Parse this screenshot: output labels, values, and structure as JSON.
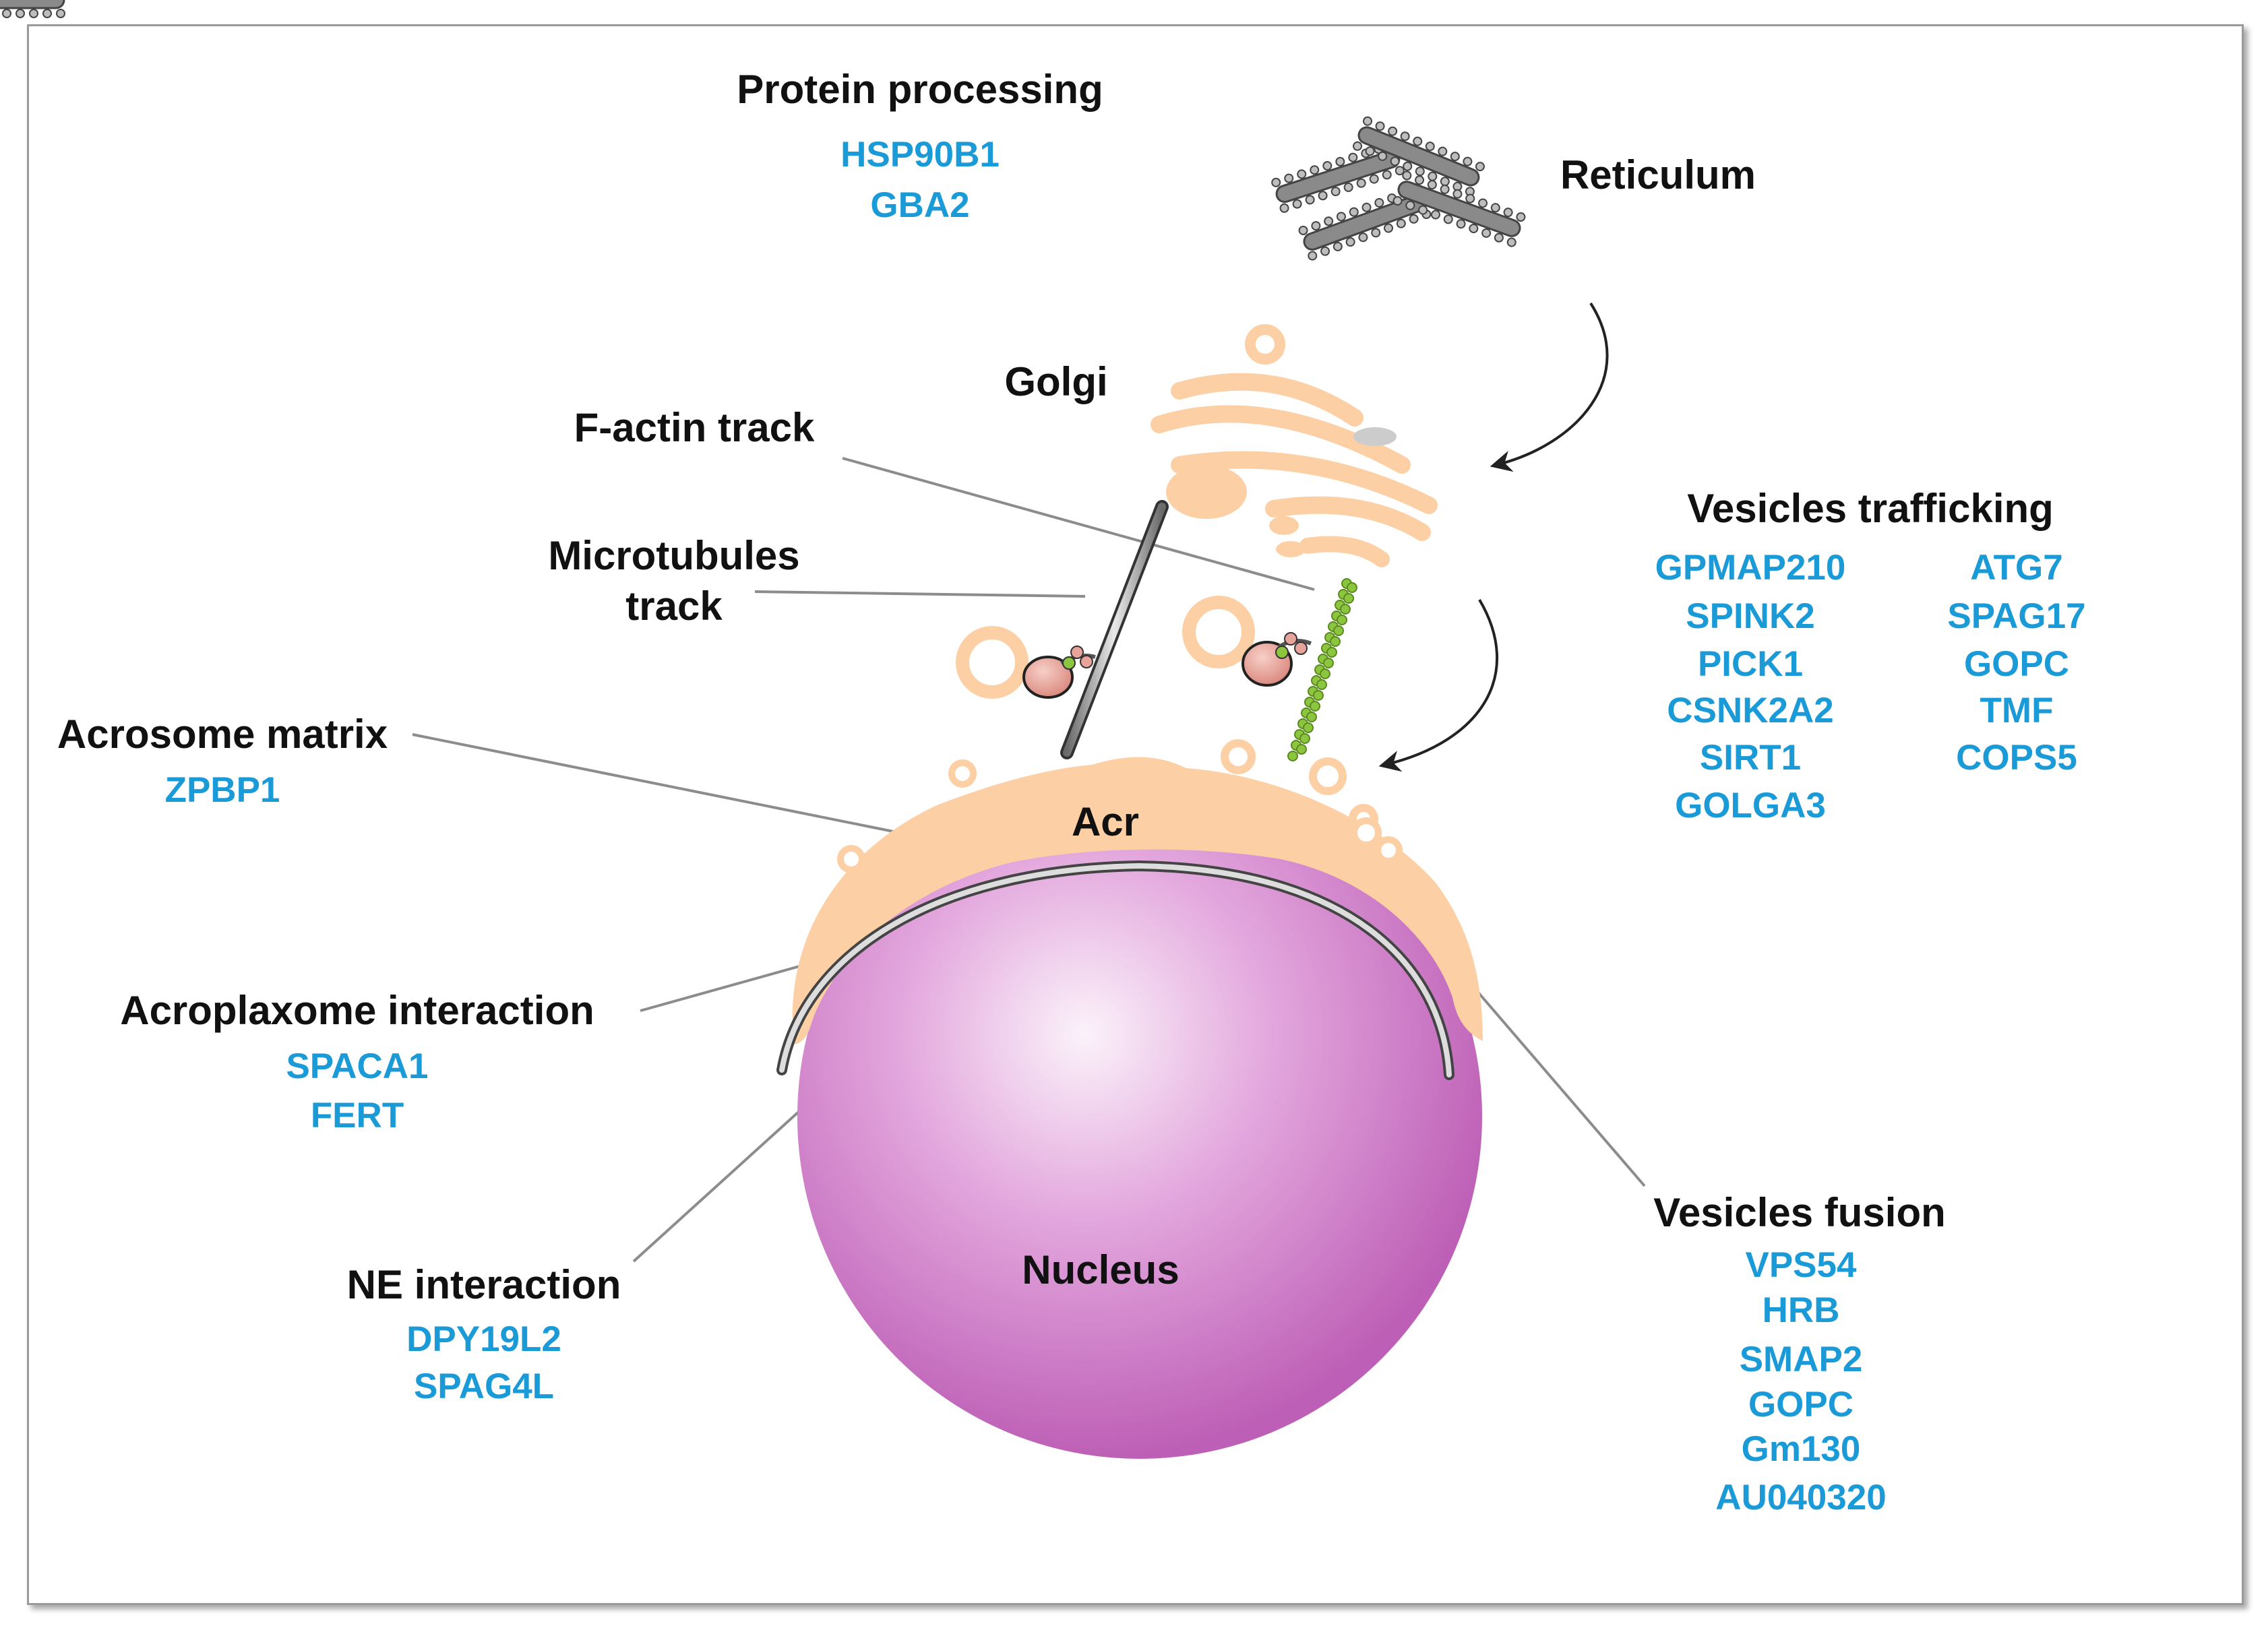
{
  "labels": {
    "protein_processing": "Protein processing",
    "reticulum": "Reticulum",
    "golgi": "Golgi",
    "f_actin_track": "F-actin track",
    "microtubules_track_line1": "Microtubules",
    "microtubules_track_line2": "track",
    "acrosome_matrix": "Acrosome matrix",
    "acr": "Acr",
    "acroplaxome_interaction": "Acroplaxome interaction",
    "ne_interaction": "NE interaction",
    "nucleus": "Nucleus",
    "vesicles_trafficking": "Vesicles trafficking",
    "vesicles_fusion": "Vesicles fusion"
  },
  "genes": {
    "protein_processing": [
      "HSP90B1",
      "GBA2"
    ],
    "acrosome_matrix": [
      "ZPBP1"
    ],
    "acroplaxome_interaction": [
      "SPACA1",
      "FERT"
    ],
    "ne_interaction": [
      "DPY19L2",
      "SPAG4L"
    ],
    "vesicles_trafficking_col1": [
      "GPMAP210",
      "SPINK2",
      "PICK1",
      "CSNK2A2",
      "SIRT1",
      "GOLGA3"
    ],
    "vesicles_trafficking_col2": [
      "ATG7",
      "SPAG17",
      "GOPC",
      "TMF",
      "COPS5"
    ],
    "vesicles_fusion": [
      "VPS54",
      "HRB",
      "SMAP2",
      "GOPC",
      "Gm130",
      "AU040320"
    ]
  },
  "colors": {
    "gene_text": "#1a9ad6",
    "acrosome": "#fcd0a4",
    "nucleus": "#c76fc0",
    "reticulum": "#8a8a8a",
    "actin": "#8cc63f",
    "motor": "#e8a39a"
  }
}
